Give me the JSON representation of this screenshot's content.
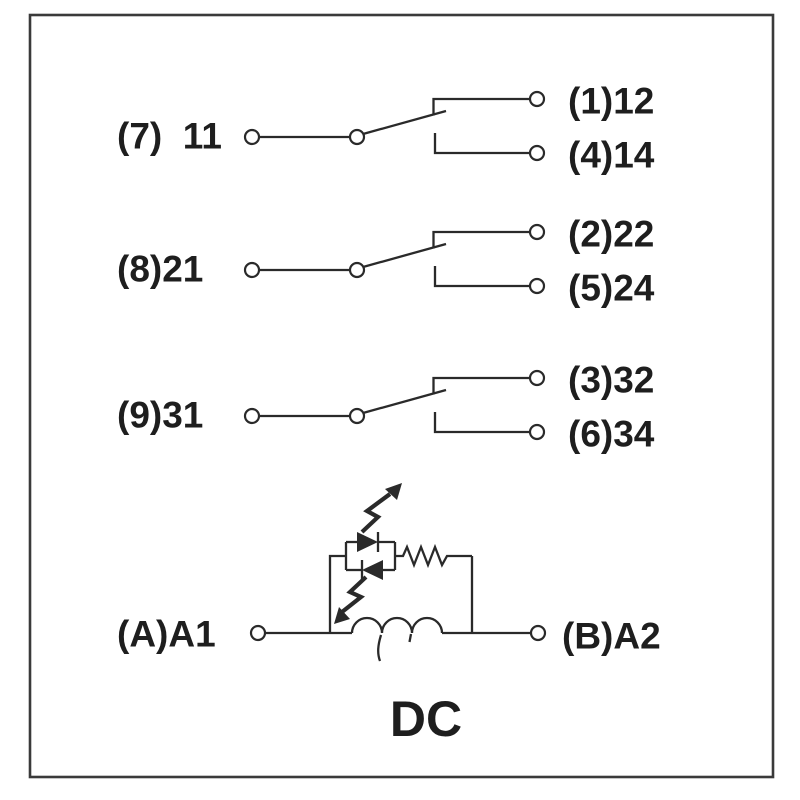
{
  "diagram_title": "DC",
  "poles": [
    {
      "com_label": "(7)  11",
      "nc_label": "(1)12",
      "no_label": "(4)14"
    },
    {
      "com_label": "(8)21",
      "nc_label": "(2)22",
      "no_label": "(5)24"
    },
    {
      "com_label": "(9)31",
      "nc_label": "(3)32",
      "no_label": "(6)34"
    }
  ],
  "coil": {
    "a1_label": "(A)A1",
    "a2_label": "(B)A2"
  },
  "colors": {
    "line": "#2a2a2a",
    "text": "#1e1e1e",
    "frame": "#3a3a3a",
    "background": "#ffffff"
  }
}
